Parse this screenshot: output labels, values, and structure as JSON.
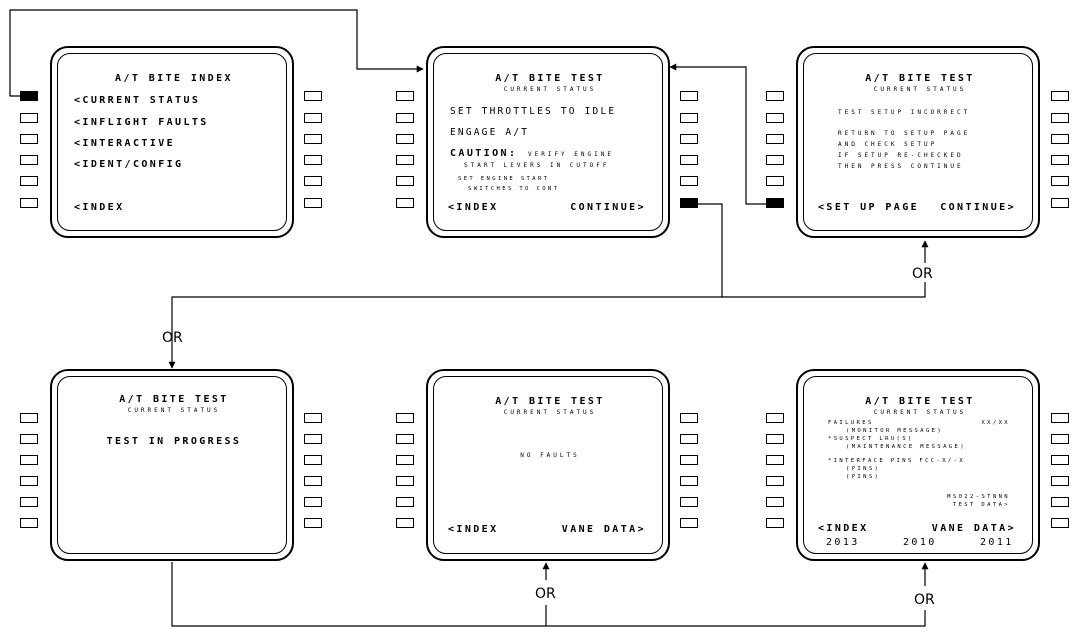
{
  "or_label": "OR",
  "screens": {
    "index": {
      "title": "A/T BITE INDEX",
      "line1": "<CURRENT STATUS",
      "line2": "<INFLIGHT FAULTS",
      "line3": "<INTERACTIVE",
      "line4": "<IDENT/CONFIG",
      "bottom_left": "<INDEX"
    },
    "test_setup": {
      "title": "A/T BITE TEST",
      "subtitle": "CURRENT STATUS",
      "line1": "SET THROTTLES TO IDLE",
      "line2": "ENGAGE A/T",
      "caution_label": "CAUTION:",
      "caution_text1": "VERIFY ENGINE",
      "caution_text2": "START LEVERS IN CUTOFF",
      "note1": "SET ENGINE START",
      "note2": "SWITCHES TO CONT",
      "bottom_left": "<INDEX",
      "bottom_right": "CONTINUE>"
    },
    "setup_incorrect": {
      "title": "A/T BITE TEST",
      "subtitle": "CURRENT STATUS",
      "line1": "TEST SETUP INCORRECT",
      "line2": "RETURN TO SETUP PAGE",
      "line3": "AND CHECK SETUP",
      "line4": "IF SETUP RE-CHECKED",
      "line5": "THEN PRESS CONTINUE",
      "bottom_left": "<SET UP PAGE",
      "bottom_right": "CONTINUE>"
    },
    "in_progress": {
      "title": "A/T BITE TEST",
      "subtitle": "CURRENT STATUS",
      "line1": "TEST IN PROGRESS"
    },
    "no_faults": {
      "title": "A/T BITE TEST",
      "subtitle": "CURRENT STATUS",
      "line1": "NO FAULTS",
      "bottom_left": "<INDEX",
      "bottom_right": "VANE DATA>"
    },
    "failures": {
      "title": "A/T BITE TEST",
      "subtitle": "CURRENT STATUS",
      "line1": "FAILURES",
      "line1_right": "XX/XX",
      "line2": "(MONITOR MESSAGE)",
      "line3": "*SUSPECT LRU(S)",
      "line4": "(MAINTENANCE MESSAGE)",
      "line5": "*INTERFACE PINS FCC-X/-X",
      "line6": "(PINS)",
      "line7": "(PINS)",
      "line8": "MS022-STNNN",
      "line9": "TEST DATA>",
      "bottom_left": "<INDEX",
      "bottom_right": "VANE DATA>",
      "ref_left": "2013",
      "ref_mid": "2010",
      "ref_right": "2011"
    }
  }
}
